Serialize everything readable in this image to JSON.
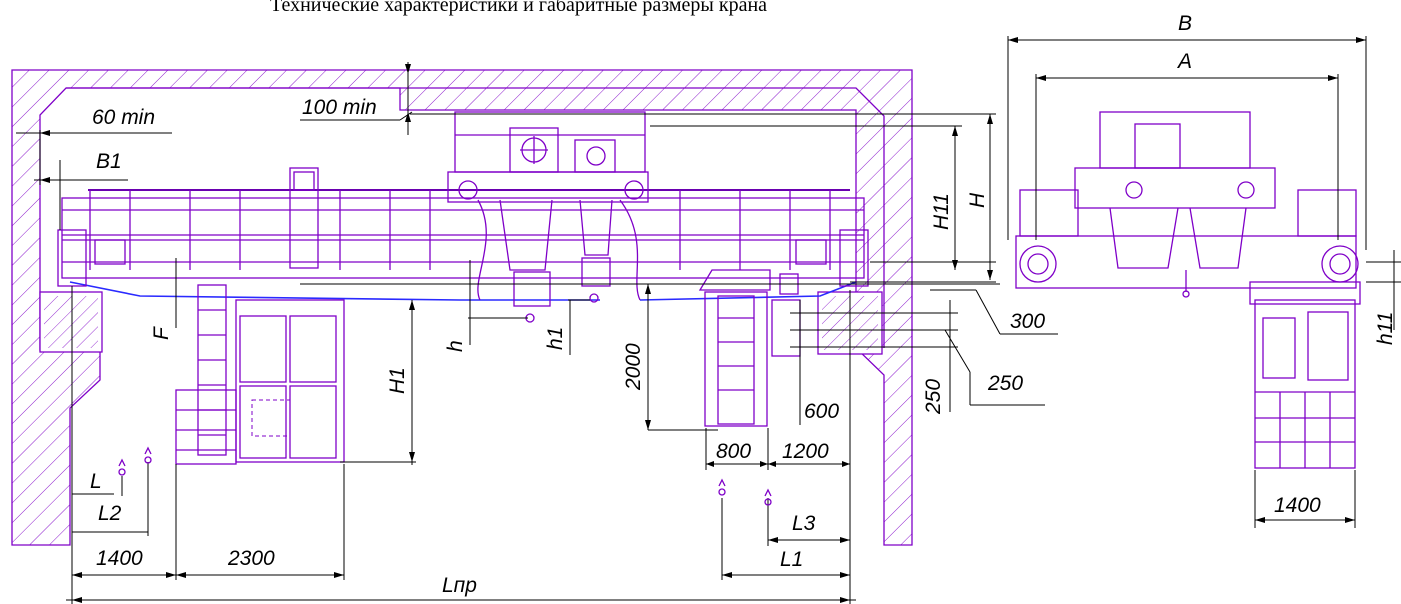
{
  "title": "Технические характеристики и габаритные размеры крана",
  "dimensions": {
    "min60": "60 min",
    "b1": "B1",
    "min100": "100 min",
    "h11_upper": "H11",
    "h_upper": "H",
    "f": "F",
    "h_lower": "h",
    "h1_lower": "h1",
    "H1": "H1",
    "d2000": "2000",
    "d300": "300",
    "d250a": "250",
    "d250b": "250",
    "d600": "600",
    "d800": "800",
    "d1200": "1200",
    "L": "L",
    "L2": "L2",
    "d1400": "1400",
    "d2300": "2300",
    "Lnp": "Lпр",
    "L3": "L3",
    "L1": "L1",
    "B": "B",
    "A": "A",
    "h11_side": "h11",
    "d1400_side": "1400"
  }
}
